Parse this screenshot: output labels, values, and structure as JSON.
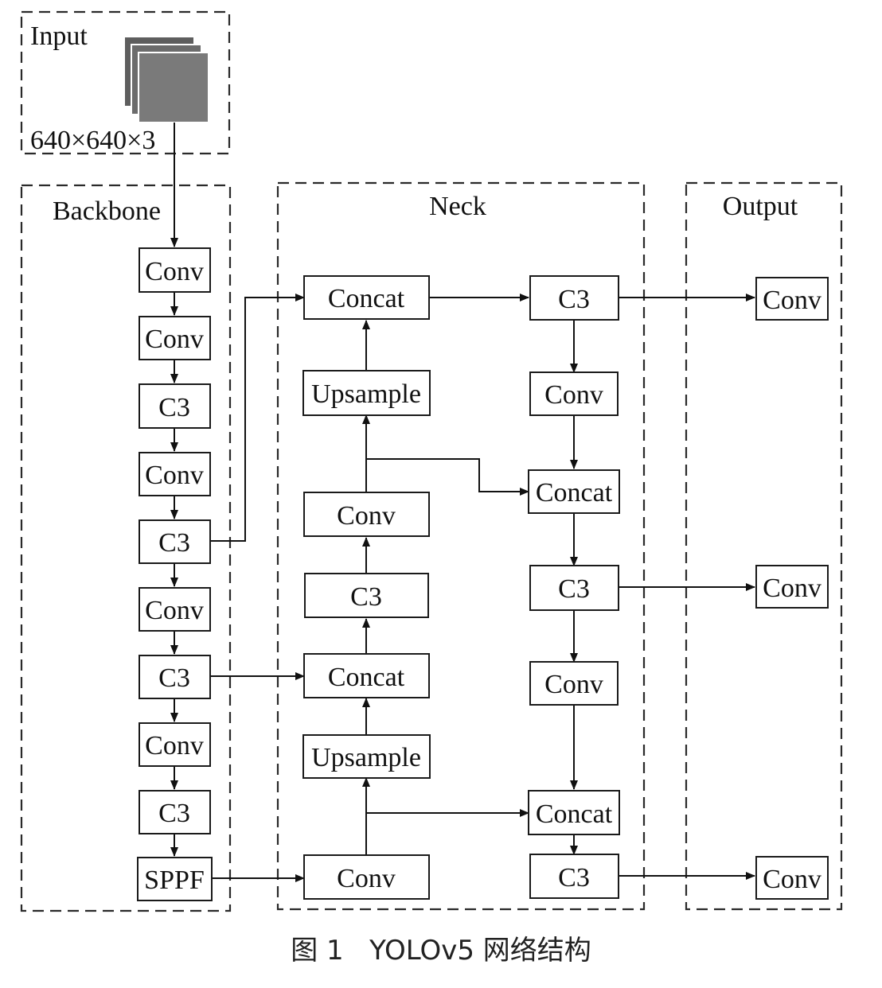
{
  "sections": {
    "input": "Input",
    "backbone": "Backbone",
    "neck": "Neck",
    "output": "Output"
  },
  "input_size": "640×640×3",
  "backbone": {
    "b1": "Conv",
    "b2": "Conv",
    "b3": "C3",
    "b4": "Conv",
    "b5": "C3",
    "b6": "Conv",
    "b7": "C3",
    "b8": "Conv",
    "b9": "C3",
    "b10": "SPPF"
  },
  "neck": {
    "n_concat1": "Concat",
    "n_upsample1": "Upsample",
    "n_conv1": "Conv",
    "n_c3a": "C3",
    "n_concat2": "Concat",
    "n_upsample2": "Upsample",
    "n_conv2": "Conv",
    "r_c3a": "C3",
    "r_conv1": "Conv",
    "r_concat1": "Concat",
    "r_c3b": "C3",
    "r_conv2": "Conv",
    "r_concat2": "Concat",
    "r_c3c": "C3"
  },
  "output": {
    "o1": "Conv",
    "o2": "Conv",
    "o3": "Conv"
  },
  "caption": "图 1   YOLOv5 网络结构",
  "colors": {
    "line": "#111111",
    "feature_map": "#7a7a7a"
  }
}
